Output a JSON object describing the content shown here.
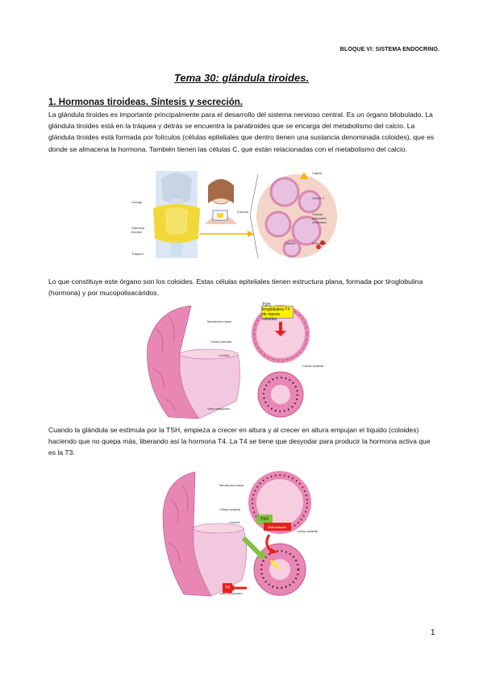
{
  "header": "BLOQUE VI: SISTEMA ENDOCRINO.",
  "title": "Tema 30: glándula tiroides.",
  "section_title": "1. Hormonas tiroideas. Síntesis y secreción.",
  "paragraphs": [
    "La glándula tiroides es importante principalmente para el desarrollo del sistema nervioso central. Es un órgano bilobulado. La glándula tiroides está en la tráquea y detrás se encuentra la paratiroides que se encarga del metabolismo del calcio. La glándula tiroides está formada por folículos (células epiteliales que dentro tienen una sustancia denominada coloides), que es donde se almacena la hormona. También tienen las células C, que están relacionadas con el metabolismo del calcio.",
    "Lo que constituye este órgano son los coloides. Estas células epiteliales tienen estructura plana, formada por tiroglobulina (hormona) y por mucopolisacáridos.",
    "Cuando la glándula se estimula por la TSH, empieza a crecer en altura y al crecer en altura empujan el líquido (coloides) haciendo que no quepa más, liberando así la hormona T4. La T4 se tiene que desyodar para producir la hormona activa que es la T3."
  ],
  "figure1": {
    "labels_left": [
      "Laringe",
      "Glándula tiroides",
      "Tráquea"
    ],
    "labels_right": [
      "Capilar",
      "Célula C",
      "Células epiteliales coloidales",
      "Folículo",
      "Coloide",
      "Eritrocitos"
    ]
  },
  "figure2": {
    "labels": [
      "Membrana basal",
      "Célula folicular",
      "Coloide",
      "Vaso sanguíneo",
      "Célula epitelial"
    ],
    "tag": "TSH, tiroglobulina T4 de reposo coloides"
  },
  "figure3": {
    "labels": [
      "Membrana basal",
      "Célula epitelial",
      "Coloide",
      "Vaso sanguíneo",
      "Célula epitelial"
    ],
    "tag_tsh": "TSH",
    "tag_red": "Estimulación",
    "tag_t4": "T4"
  },
  "page_number": "1",
  "colors": {
    "pink": "#e987b4",
    "pink_light": "#f7cde0",
    "red": "#e8201c",
    "yellow": "#fff200",
    "green": "#7fc241"
  }
}
